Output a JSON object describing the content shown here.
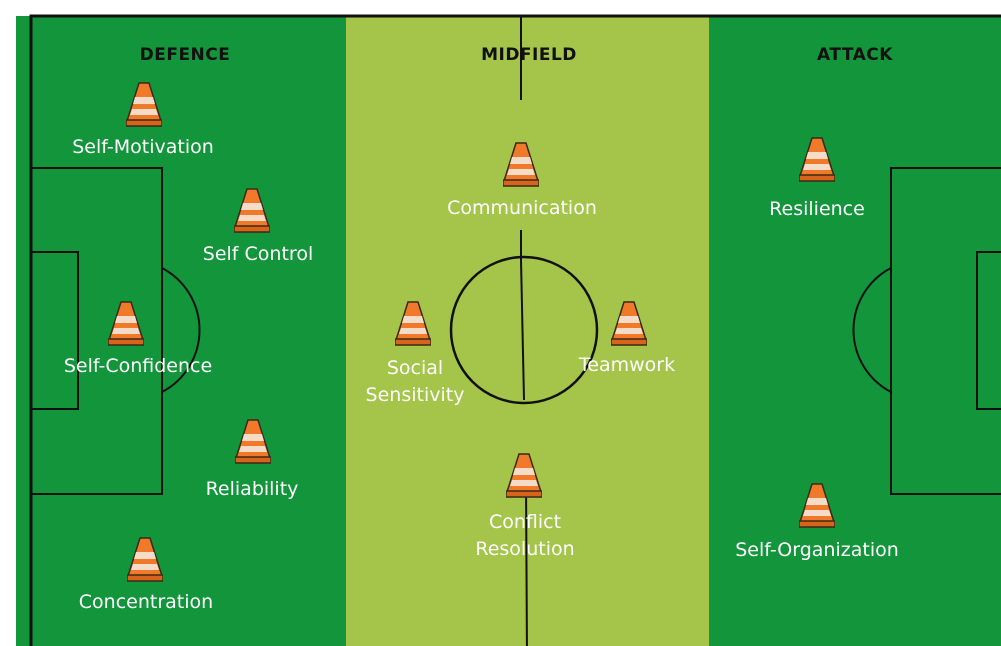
{
  "colors": {
    "pitch_dark": "#13953b",
    "pitch_light": "#a4c44a",
    "line": "#111111",
    "cone_orange": "#f07a2a",
    "cone_dark": "#3a2a1a",
    "cone_stripe": "#f5dcc8",
    "text": "#ffffff"
  },
  "zones": {
    "defence": "DEFENCE",
    "midfield": "MIDFIELD",
    "attack": "ATTACK"
  },
  "cones": {
    "self_motivation": "Self-Motivation",
    "self_control": "Self Control",
    "self_confidence": "Self-Confidence",
    "reliability": "Reliability",
    "concentration": "Concentration",
    "communication": "Communication",
    "social_sensitivity": "Social\nSensitivity",
    "teamwork": "Teamwork",
    "conflict_resolution": "Conflict\nResolution",
    "resilience": "Resilience",
    "self_organization": "Self-Organization"
  },
  "icon": "traffic-cone-icon"
}
